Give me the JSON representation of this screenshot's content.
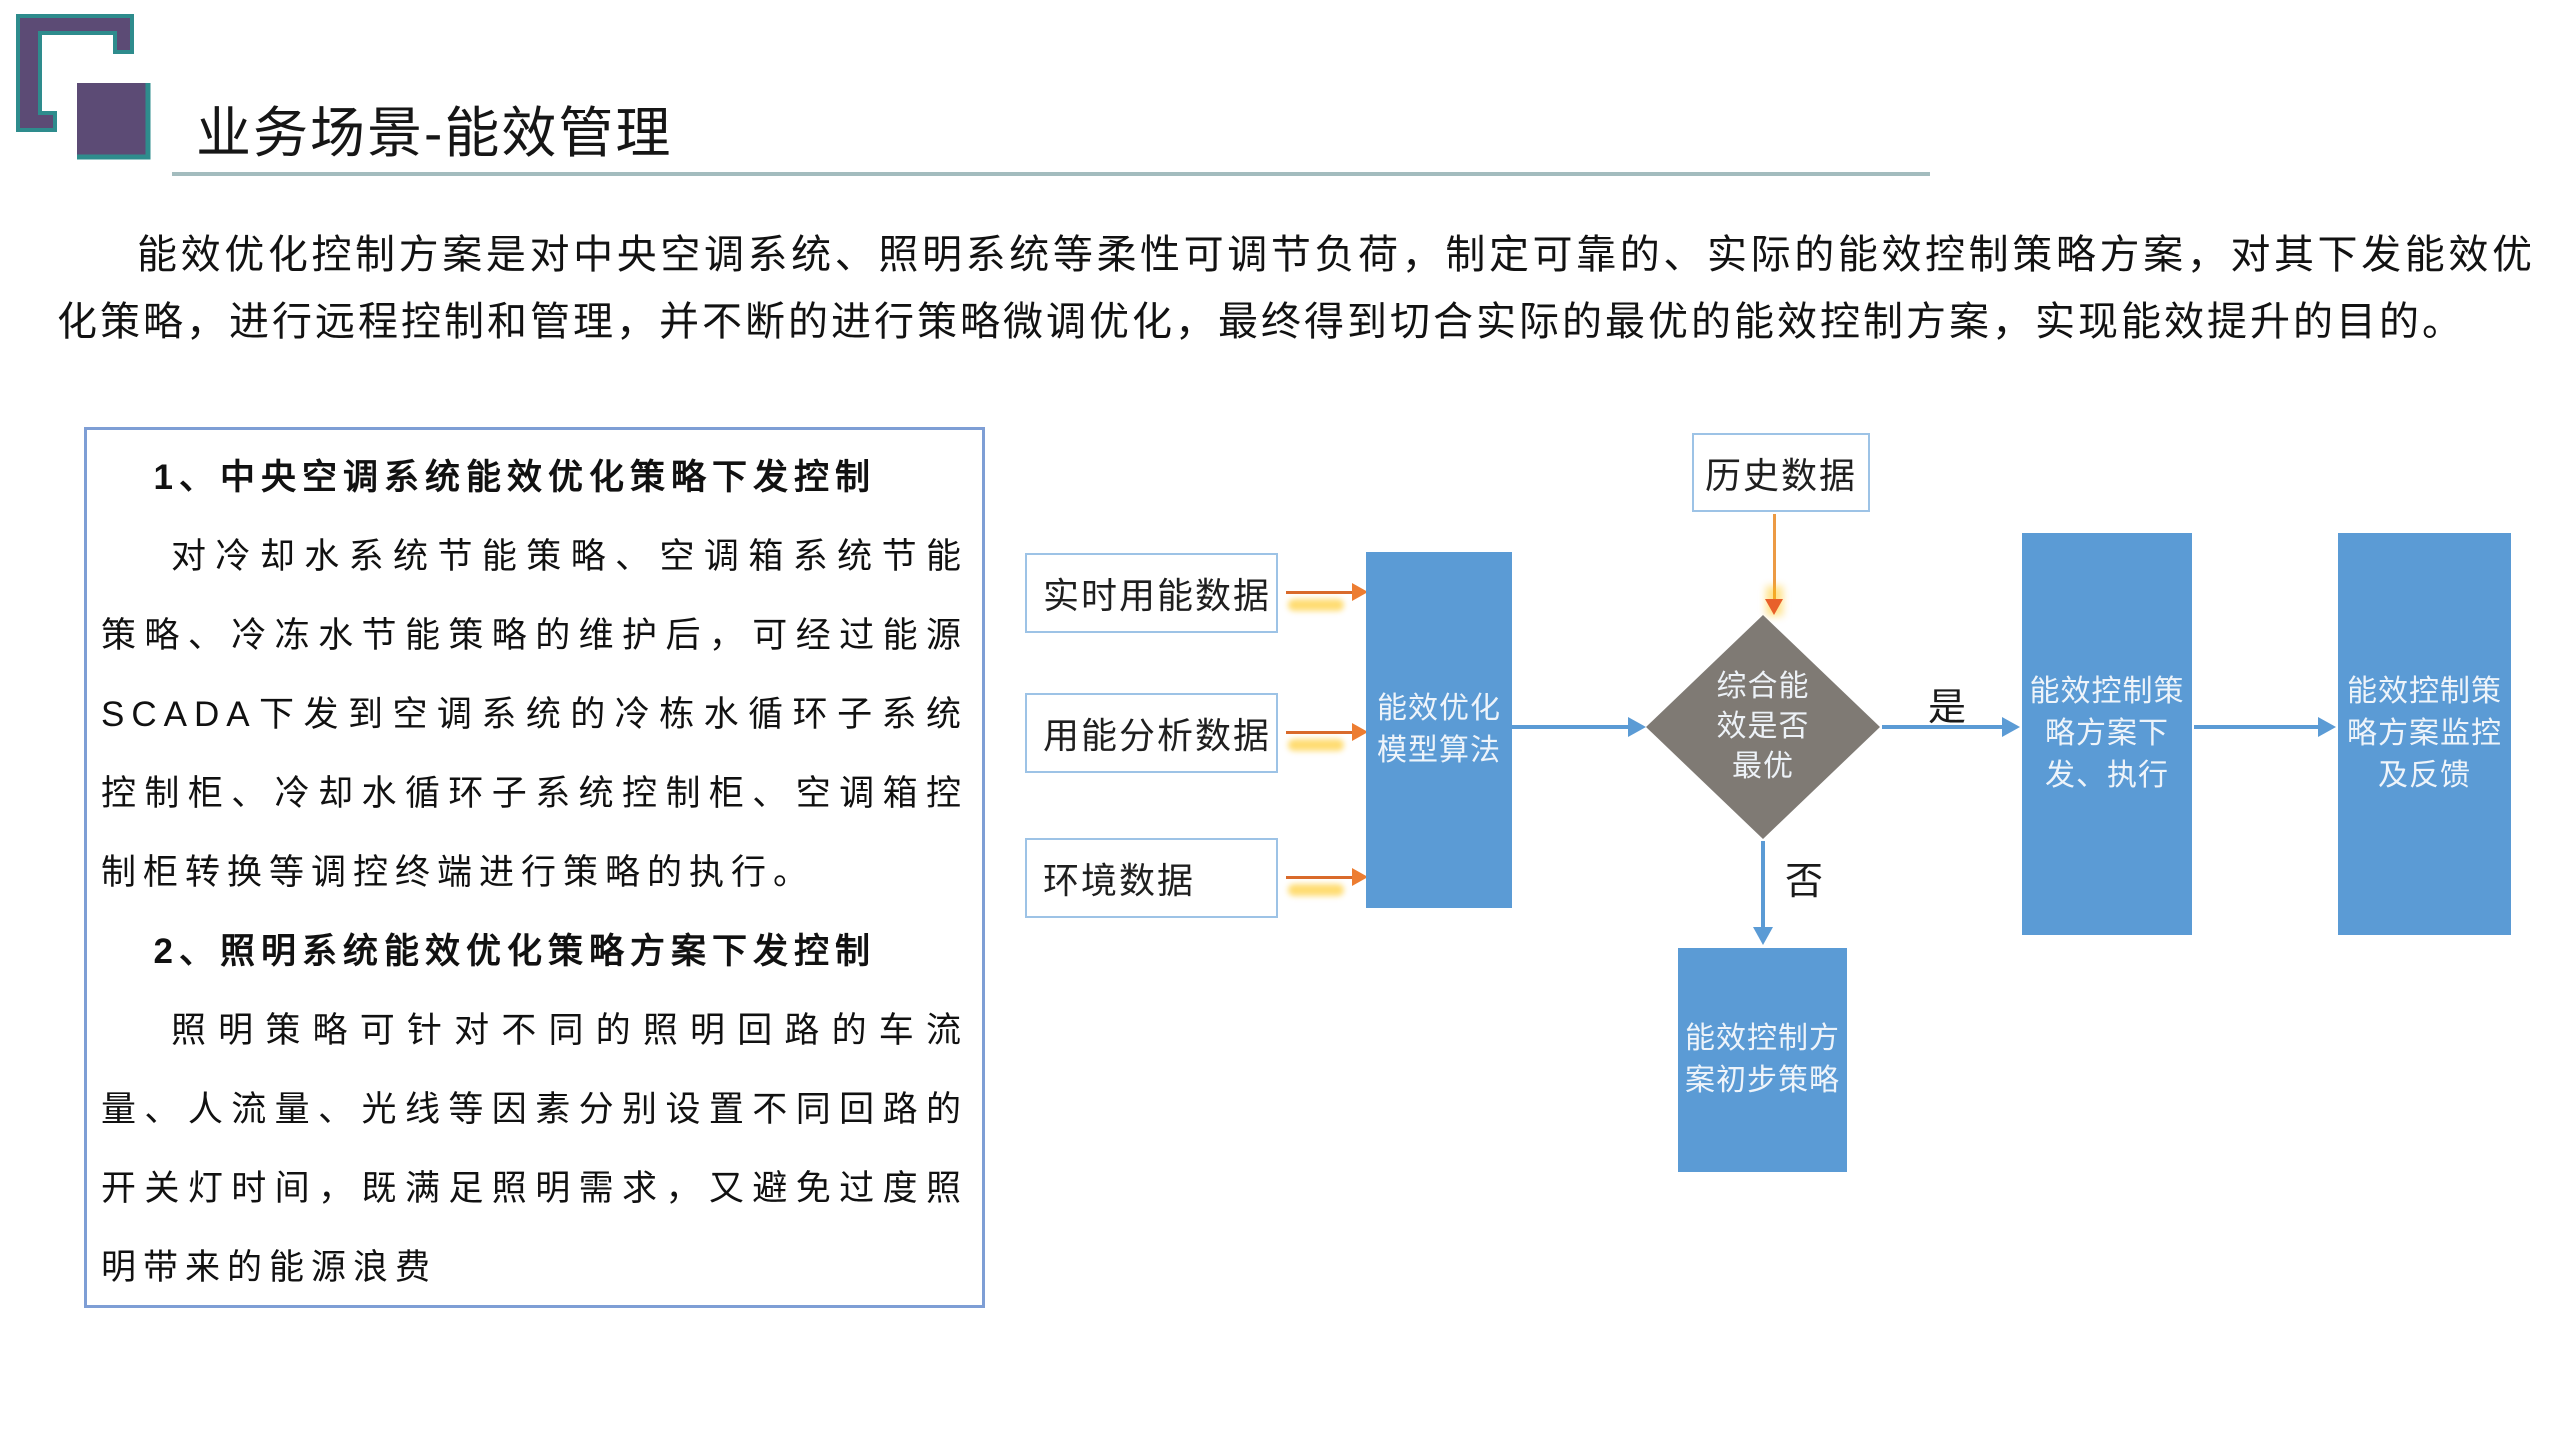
{
  "header": {
    "title": "业务场景-能效管理"
  },
  "intro": {
    "text": "能效优化控制方案是对中央空调系统、照明系统等柔性可调节负荷，制定可靠的、实际的能效控制策略方案，对其下发能效优化策略，进行远程控制和管理，并不断的进行策略微调优化，最终得到切合实际的最优的能效控制方案，实现能效提升的目的。"
  },
  "info_box": {
    "sections": [
      {
        "heading": "1、中央空调系统能效优化策略下发控制",
        "body": "对冷却水系统节能策略、空调箱系统节能策略、冷冻水节能策略的维护后，可经过能源SCADA下发到空调系统的冷栋水循环子系统控制柜、冷却水循环子系统控制柜、空调箱控制柜转换等调控终端进行策略的执行。"
      },
      {
        "heading": "2、照明系统能效优化策略方案下发控制",
        "body": "照明策略可针对不同的照明回路的车流量、人流量、光线等因素分别设置不同回路的开关灯时间，既满足照明需求，又避免过度照明带来的能源浪费"
      }
    ]
  },
  "flowchart": {
    "inputs": [
      {
        "label": "实时用能数据"
      },
      {
        "label": "用能分析数据"
      },
      {
        "label": "环境数据"
      }
    ],
    "history": {
      "label": "历史数据"
    },
    "model": {
      "lines": [
        "能效优化",
        "模型算法"
      ]
    },
    "decision": {
      "lines": [
        "综合能",
        "效是否",
        "最优"
      ],
      "yes": "是",
      "no": "否"
    },
    "execute": {
      "lines": [
        "能效控制策",
        "略方案下",
        "发、执行"
      ]
    },
    "monitor": {
      "lines": [
        "能效控制策",
        "略方案监控",
        "及反馈"
      ]
    },
    "initial": {
      "lines": [
        "能效控制方",
        "案初步策略"
      ]
    },
    "colors": {
      "process_box_blue": "#5B9BD5",
      "decision_diamond_gray": "#7F7A74",
      "connector_blue": "#5B9BD5",
      "arrow_orange": "#ED7D31",
      "arrow_glow_yellow": "#FFC000",
      "data_box_border_blue": "#9DC3E6",
      "info_box_border_blue": "#7E9ED5",
      "logo_purple": "#5C4B75",
      "logo_teal": "#2E8C8D",
      "divider_teal": "#A3BCBE"
    }
  }
}
